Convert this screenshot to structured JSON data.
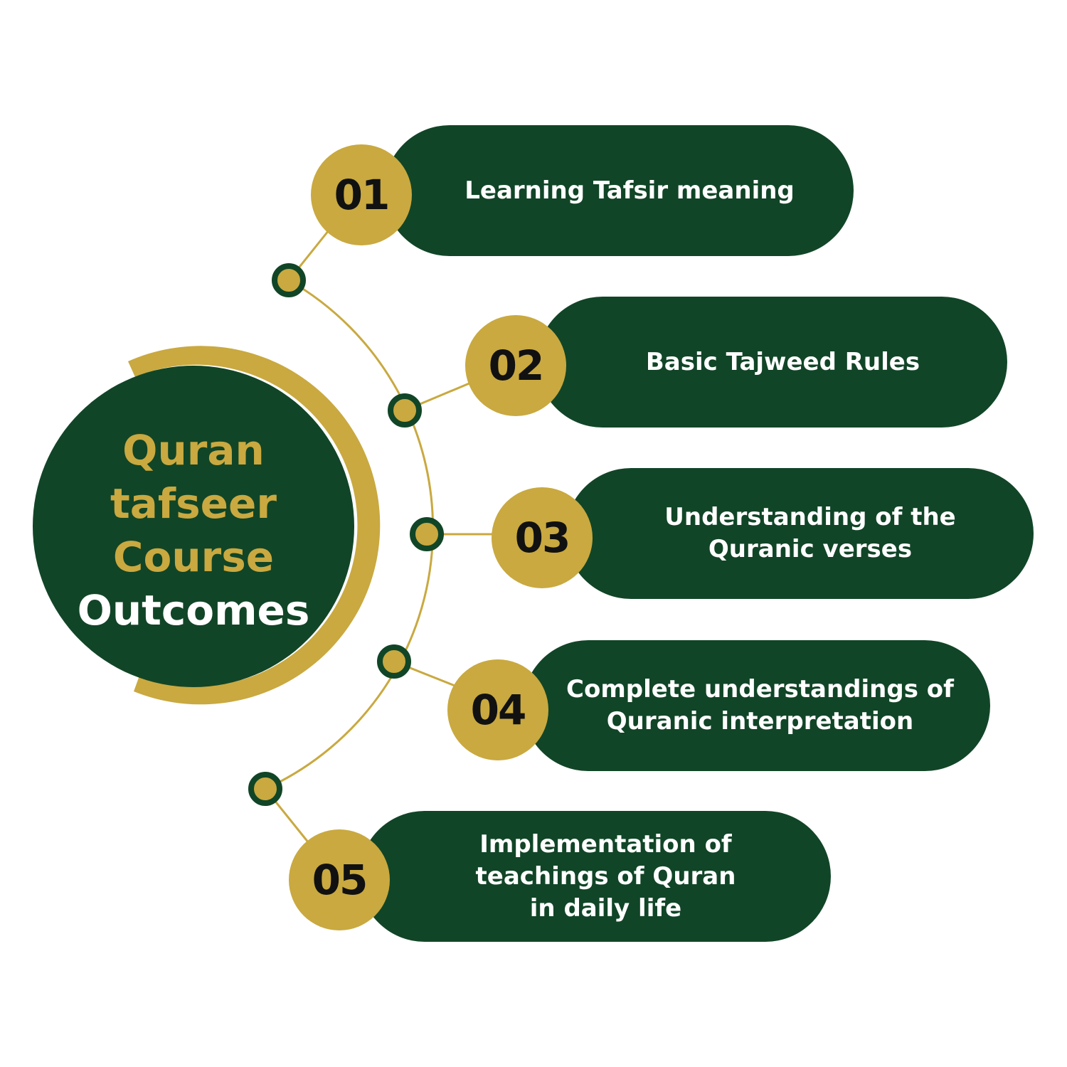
{
  "title": {
    "line1": "Quran",
    "line2": "tafseer",
    "line3": "Course",
    "line4": "Outcomes"
  },
  "items": [
    {
      "number": "01",
      "text": "Learning Tafsir meaning"
    },
    {
      "number": "02",
      "text": "Basic Tajweed Rules"
    },
    {
      "number": "03",
      "text": "Understanding of the Quranic verses"
    },
    {
      "number": "04",
      "text": "Complete understandings of Quranic interpretation"
    },
    {
      "number": "05",
      "text": "Implementation of teachings of Quran in daily life"
    }
  ],
  "colors": {
    "green": "#114527",
    "gold": "#c9a940"
  }
}
